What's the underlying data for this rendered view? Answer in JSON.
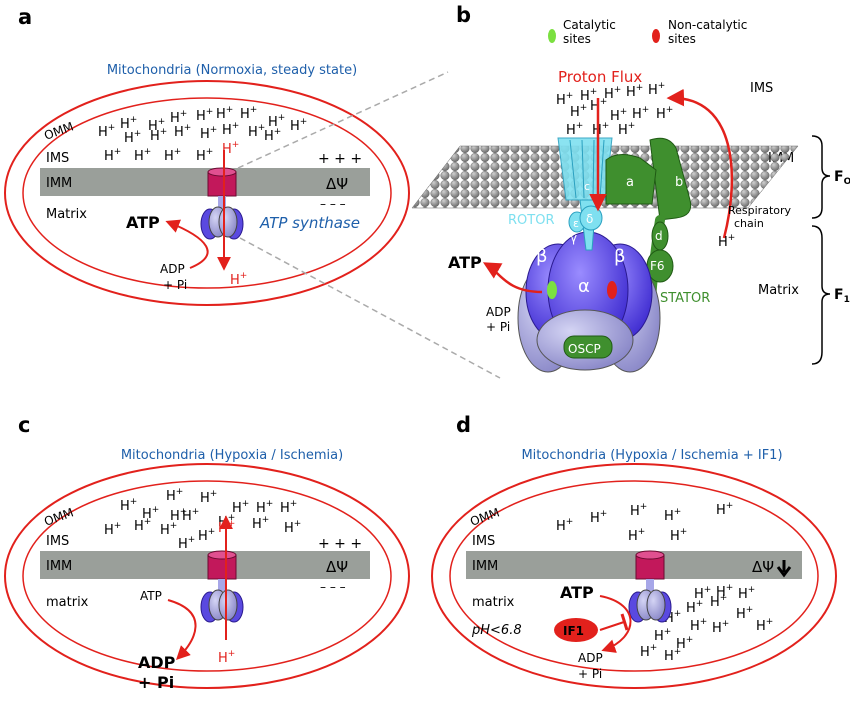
{
  "panel_labels": {
    "a": "a",
    "b": "b",
    "c": "c",
    "d": "d"
  },
  "panel_a": {
    "title": "Mitochondria (Normoxia, steady state)",
    "omm": "OMM",
    "ims": "IMS",
    "imm": "IMM",
    "matrix": "Matrix",
    "plus": "+ + +",
    "minus": "– – –",
    "potential": "ΔΨ",
    "atp": "ATP",
    "adp": "ADP",
    "pi": "+ Pi",
    "enzyme": "ATP synthase",
    "proton": "H",
    "plus_sign": "+"
  },
  "panel_b": {
    "legend": {
      "catalytic": [
        "Catalytic",
        "sites"
      ],
      "non_catalytic": [
        "Non-catalytic",
        "sites"
      ]
    },
    "proton_flux": "Proton Flux",
    "ims": "IMS",
    "imm": "IMM",
    "matrix": "Matrix",
    "fo": "F",
    "fo_sub": "O",
    "f1": "F",
    "f1_sub": "1",
    "rotor": "ROTOR",
    "stator": "STATOR",
    "resp": [
      "Respiratory",
      "chain"
    ],
    "atp": "ATP",
    "adp": "ADP",
    "pi": "+ Pi",
    "subunits": {
      "a": "a",
      "b": "b",
      "c": "c",
      "delta": "δ",
      "epsilon": "ε",
      "gamma": "γ",
      "d": "d",
      "f6": "F6",
      "oscp": "OSCP",
      "alpha": "α",
      "beta": "β"
    },
    "proton": "H",
    "plus_sign": "+"
  },
  "panel_c": {
    "title": "Mitochondria (Hypoxia / Ischemia)",
    "omm": "OMM",
    "ims": "IMS",
    "imm": "IMM",
    "matrix": "matrix",
    "plus": "+ + +",
    "minus": "– – –",
    "potential": "ΔΨ",
    "atp": "ATP",
    "adp": "ADP",
    "pi": "+ Pi",
    "proton": "H",
    "plus_sign": "+"
  },
  "panel_d": {
    "title": "Mitochondria (Hypoxia / Ischemia + IF1)",
    "omm": "OMM",
    "ims": "IMS",
    "imm": "IMM",
    "matrix": "matrix",
    "potential": "ΔΨ",
    "ph": "pH<6.8",
    "atp": "ATP",
    "if1": "IF1",
    "adp": "ADP",
    "pi": "+ Pi",
    "proton": "H",
    "plus_sign": "+"
  },
  "colors": {
    "red": "#e2211c",
    "blue": "#1e5faa",
    "green": "#3f8f2e",
    "cyan": "#7fe0f0",
    "membrane": "#9a9f9a"
  }
}
